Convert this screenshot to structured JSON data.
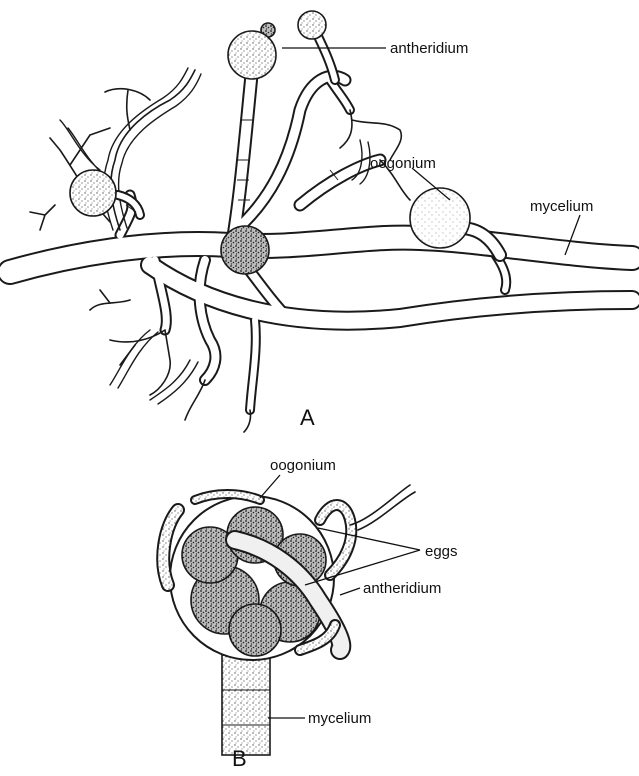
{
  "panel_a": {
    "letter": "A",
    "labels": {
      "antheridium": "antheridium",
      "oogonium": "oogonium",
      "mycelium": "mycelium"
    }
  },
  "panel_b": {
    "letter": "B",
    "labels": {
      "oogonium": "oogonium",
      "eggs": "eggs",
      "antheridium": "antheridium",
      "mycelium": "mycelium"
    }
  }
}
